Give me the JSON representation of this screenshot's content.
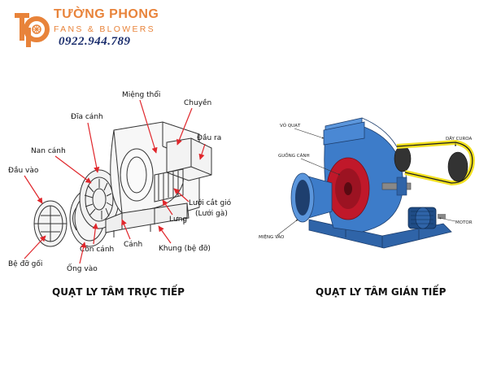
{
  "brand": {
    "name": "TƯỜNG PHONG",
    "tagline": "FANS & BLOWERS",
    "phone": "0922.944.789",
    "color_orange": "#e8833a",
    "color_navy": "#1c2f6e"
  },
  "direct": {
    "caption": "QUẠT LY TÂM TRỰC TIẾP",
    "labels": {
      "mieng_thoi": "Miệng thổi",
      "chuyen": "Chuyền",
      "dia_canh": "Đĩa cánh",
      "dau_ra": "Đầu ra",
      "nan_canh": "Nan cánh",
      "dau_vao": "Đầu vào",
      "luoi_cat_gio": "Lưới cắt gió",
      "luoi_ga": "(Lưới gà)",
      "lung": "Lưng",
      "canh": "Cánh",
      "khung": "Khung (bệ đỡ)",
      "con_canh": "Côn cánh",
      "be_do_goi": "Bệ đỡ gối",
      "ong_vao": "Ống vào"
    },
    "arrow_color": "#e0262b"
  },
  "indirect": {
    "caption": "QUẠT LY TÂM GIÁN TIẾP",
    "labels": {
      "vo_quat": "VỎ QUẠT",
      "guong_canh": "GUỒNG CÁNH",
      "day_curoa": "DÂY CUROA",
      "mieng_vao": "MIỆNG VÀO",
      "motor": "MOTOR"
    },
    "colors": {
      "housing": "#3d7cc9",
      "impeller": "#c0182a",
      "belt": "#f2e020",
      "frame": "#2f64a8"
    }
  }
}
